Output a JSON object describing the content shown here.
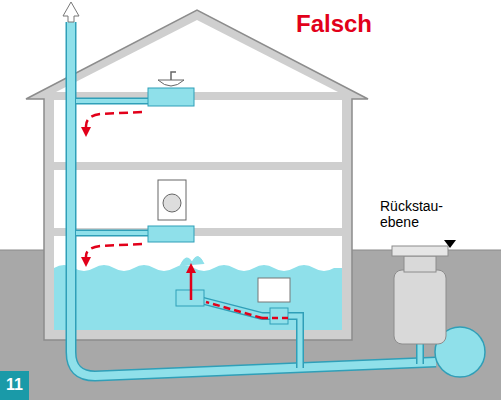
{
  "diagram": {
    "title": "Falsch",
    "labels": [
      "Rückstau- ebene",
      "11"
    ]
  }
}
